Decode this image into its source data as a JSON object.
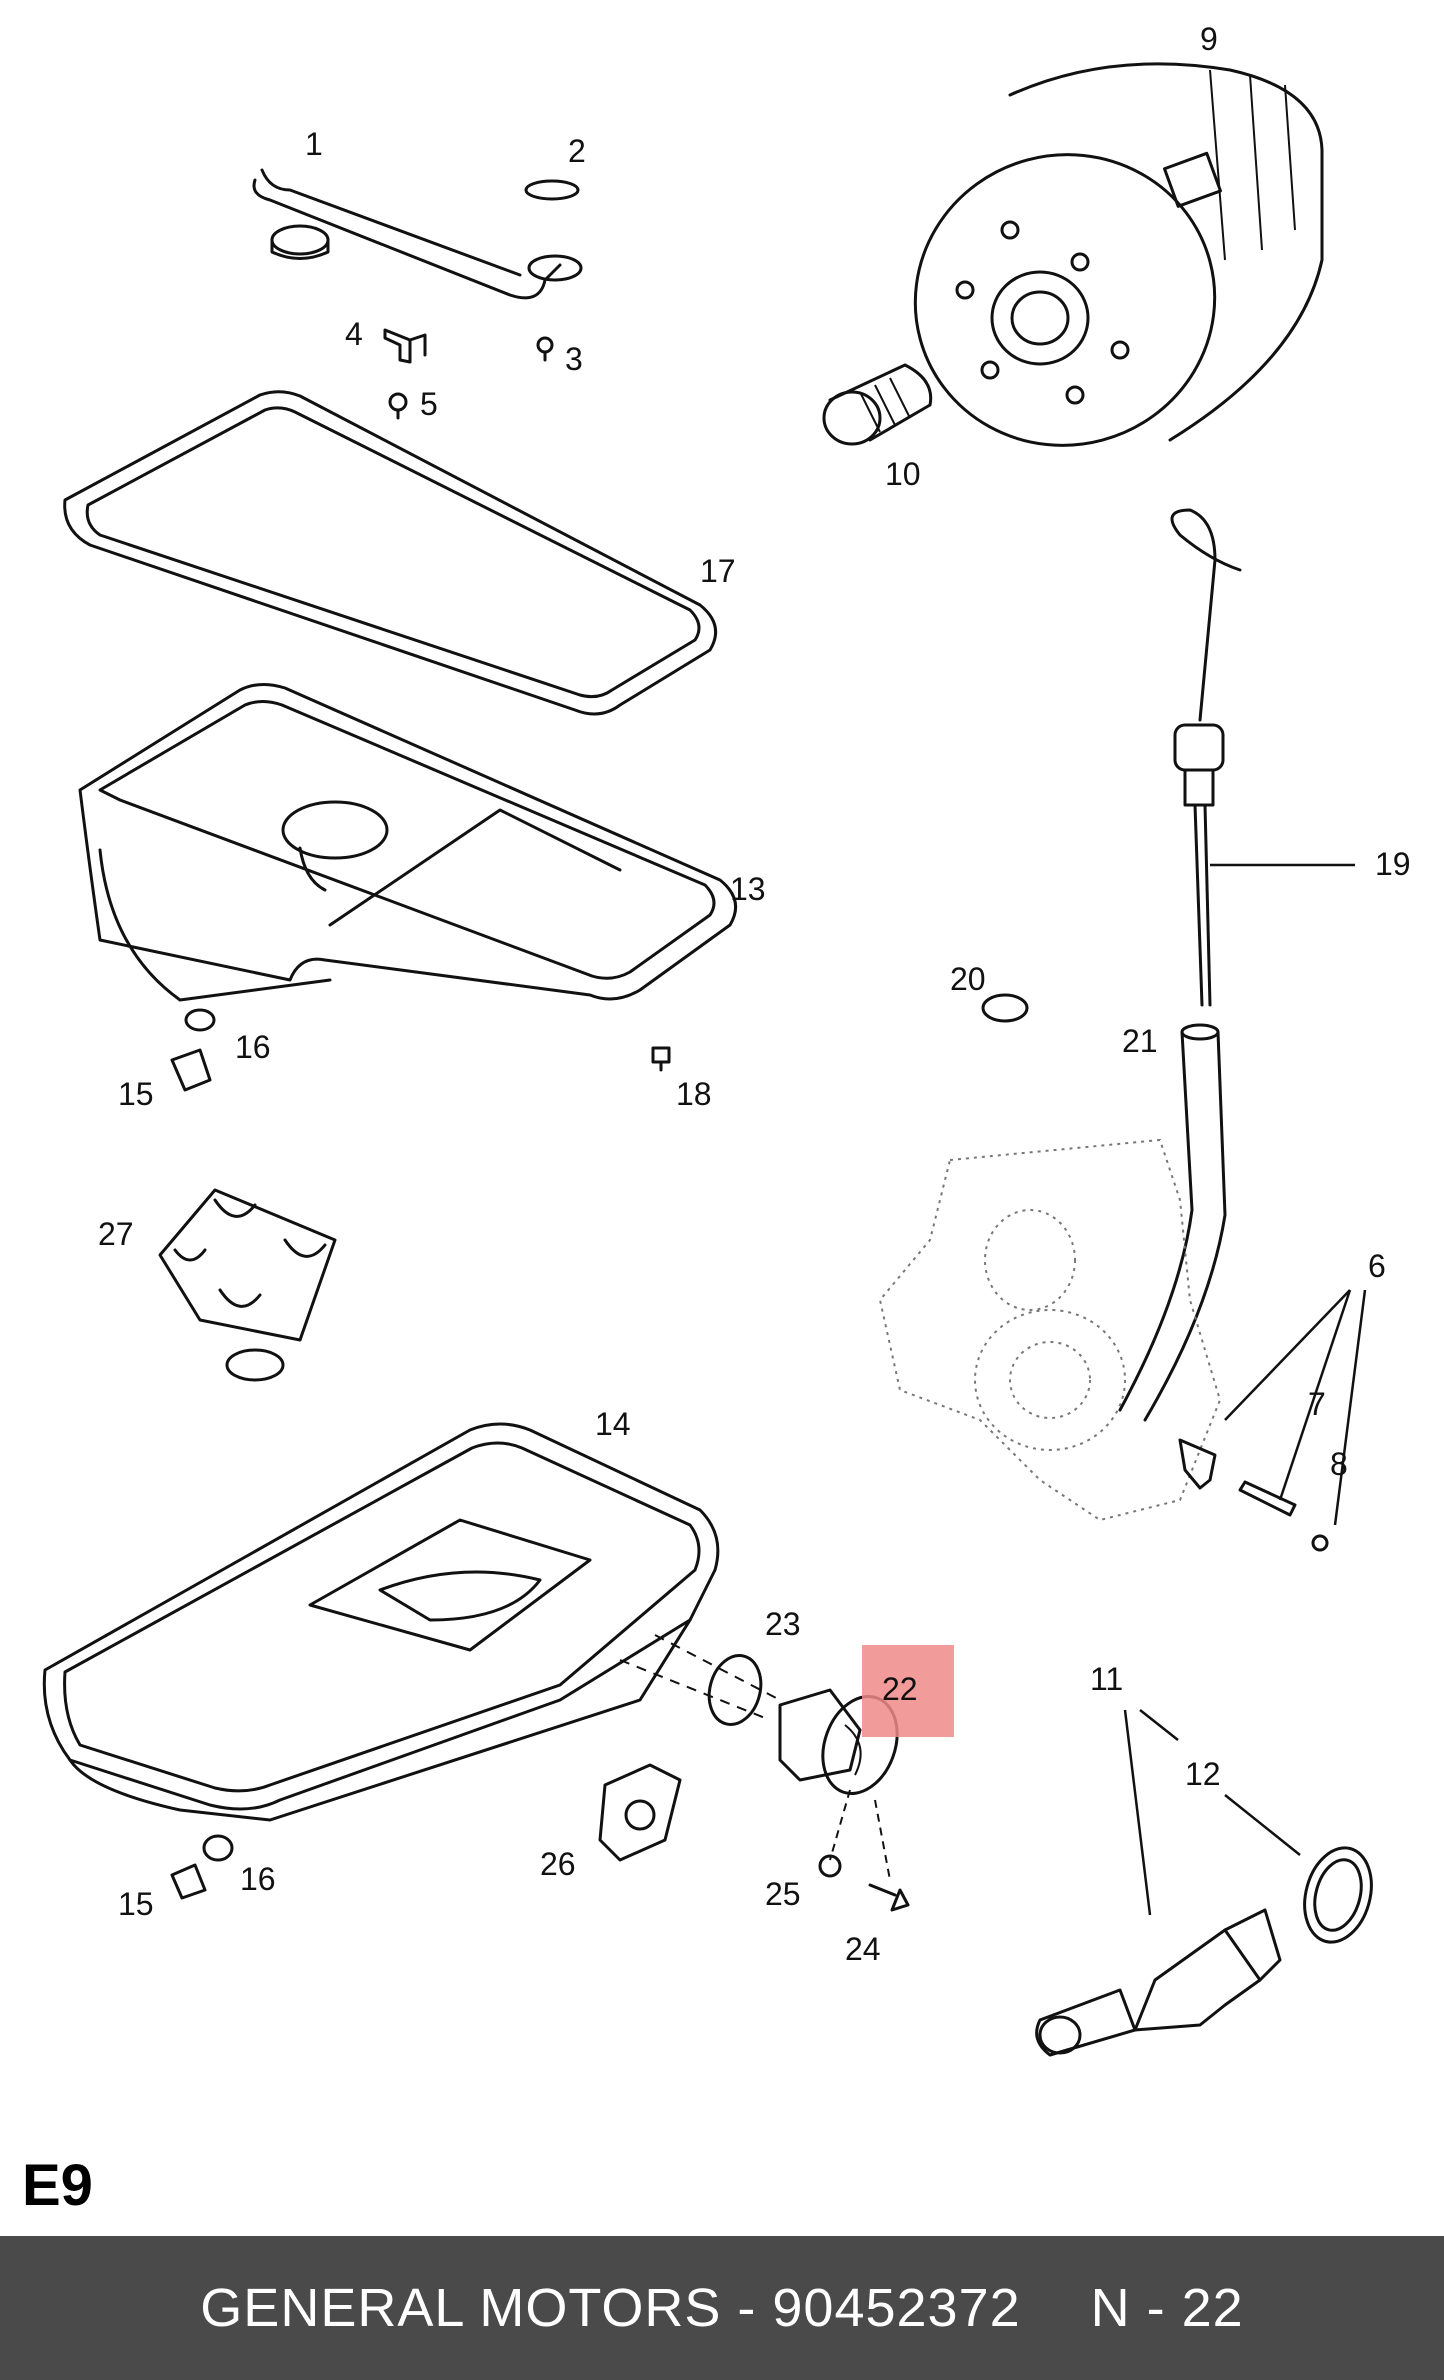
{
  "diagram": {
    "callouts": [
      "1",
      "2",
      "3",
      "4",
      "5",
      "6",
      "7",
      "8",
      "9",
      "10",
      "11",
      "12",
      "13",
      "14",
      "15",
      "15",
      "16",
      "16",
      "17",
      "18",
      "19",
      "20",
      "21",
      "22",
      "23",
      "24",
      "25",
      "26",
      "27"
    ],
    "highlighted_callout": "22",
    "highlight_color": "#f08a8a",
    "section_code": "E9"
  },
  "footer": {
    "title": "GENERAL MOTORS - 90452372",
    "ref": "N - 22",
    "background": "#4a4a4a"
  }
}
